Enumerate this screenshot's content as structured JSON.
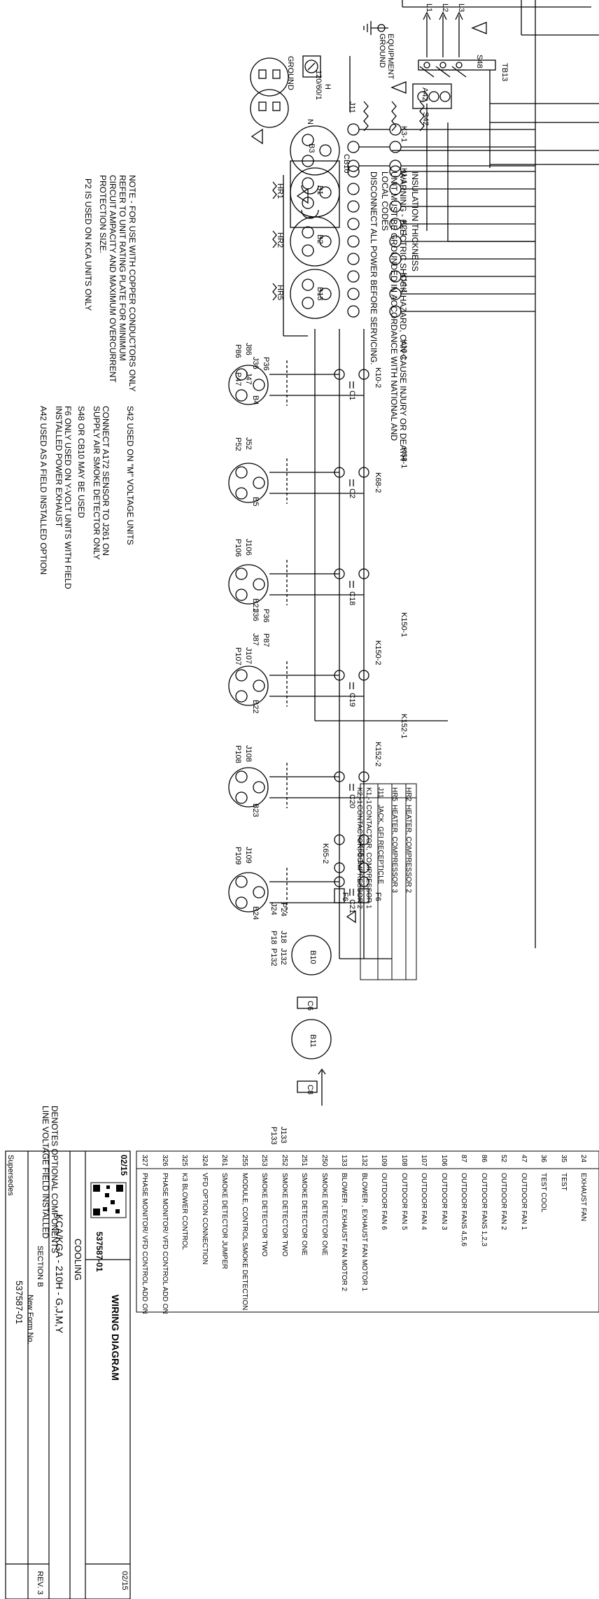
{
  "warning": {
    "top_line": "INSULATION THICKNESS",
    "lines": [
      "WARNING - ELECTRIC SHOCK HAZARD, CAN CAUSE INJURY OR DEATH",
      "UNIT MUST BE GROUNDED IN ACCORDANCE WITH NATIONAL AND",
      "LOCAL CODES",
      "DISCONNECT ALL POWER BEFORE SERVICING."
    ]
  },
  "notes": {
    "note1": [
      "NOTE - FOR USE WITH COPPER CONDUCTORS ONLY",
      "REFER TO UNIT RATING PLATE FOR MINIMUM",
      "CIRCUIT AMPACITY AND MAXIMUM OVERCURRENT",
      "PROTECTION SIZE."
    ],
    "note2": "P2 IS USED ON KCA UNITS ONLY",
    "note3": "S42 USED ON \"M\" VOLTAGE UNITS",
    "note4": [
      "CONNECT A172 SENSOR TO J261 ON",
      "SUPPLY AIR SMOKE DETECTOR ONLY"
    ],
    "note5": "S48 OR CB10 MAY BE USED",
    "note6": [
      "F6 ONLY USED ON Y-VOLT UNITS WITH FIELD",
      "INSTALLED POWER EXHAUST"
    ],
    "note7": "A42 USED AS A FIELD INSTALLED OPTION",
    "legend": [
      "DENOTES OPTIONAL COMPONENTS",
      "LINE VOLTAGE FIELD INSTALLED"
    ]
  },
  "component_table": [
    {
      "code": "HR2",
      "desc": "HEATER, COMPRESSOR 2"
    },
    {
      "code": "HR5",
      "desc": "HEATER, COMPRESSOR 3"
    },
    {
      "code": "J11",
      "desc": "JACK, GFI RECEPTICLE"
    },
    {
      "code": "K1,-1",
      "desc": "CONTACTOR, COMPRESSOR 1"
    },
    {
      "code": "K2,-1",
      "desc": "CONTACTOR, COMPRESSOR 2"
    }
  ],
  "pin_table": [
    {
      "no": "24",
      "desc": "EXHAUST FAN"
    },
    {
      "no": "35",
      "desc": "TEST"
    },
    {
      "no": "36",
      "desc": "TEST COOL"
    },
    {
      "no": "47",
      "desc": "OUTDOOR FAN 1"
    },
    {
      "no": "52",
      "desc": "OUTDOOR FAN 2"
    },
    {
      "no": "86",
      "desc": "OUTDOOR FANS 1,2,3"
    },
    {
      "no": "87",
      "desc": "OUTDOOR FANS 4,5,6"
    },
    {
      "no": "106",
      "desc": "OUTDOOR FAN 3"
    },
    {
      "no": "107",
      "desc": "OUTDOOR FAN 4"
    },
    {
      "no": "108",
      "desc": "OUTDOOR FAN 5"
    },
    {
      "no": "109",
      "desc": "OUTDOOR FAN 6"
    },
    {
      "no": "132",
      "desc": "BLOWER , EXHAUST FAN MOTOR 1"
    },
    {
      "no": "133",
      "desc": "BLOWER , EXHAUST FAN MOTOR 2"
    },
    {
      "no": "250",
      "desc": "SMOKE DETECTOR ONE"
    },
    {
      "no": "251",
      "desc": "SMOKE DETECTOR ONE"
    },
    {
      "no": "252",
      "desc": "SMOKE DETECTOR TWO"
    },
    {
      "no": "253",
      "desc": "SMOKE DETECTOR TWO"
    },
    {
      "no": "255",
      "desc": "MODULE, CONTROL SMOKE DETECTION"
    },
    {
      "no": "261",
      "desc": "SMOKE DETECTOR JUMPER"
    },
    {
      "no": "324",
      "desc": "VFD OPTION CONNECTION"
    },
    {
      "no": "325",
      "desc": "K3 BLOWER CONTROL"
    },
    {
      "no": "326",
      "desc": "PHASE MONITOR/ VFD CONTROL ADD ON"
    },
    {
      "no": "327",
      "desc": "PHASE MONITOR/ VFD CONTROL ADD ON"
    }
  ],
  "title_block": {
    "date1": "02/15",
    "date2": "02/15",
    "title": "WIRING DIAGRAM",
    "doc_no": "537587-01",
    "section_name": "COOLING",
    "model": "KCA/KGA - 210H - G,J,M,Y",
    "section": "SECTION B",
    "rev": "REV. 3",
    "form_label": "New Form No.",
    "form_no": "537587-01",
    "supersedes": "Supersedes"
  },
  "labels": {
    "equipment_ground": [
      "EQUIPMENT",
      "GROUND"
    ],
    "ground": "GROUND",
    "voltage": "120/60/1",
    "h": "H",
    "n": "N",
    "j11": "J11",
    "cb10": "CB10",
    "s48": "S48",
    "tb13": "TB13",
    "a42": "A42",
    "l1": "L1",
    "l2": "L2",
    "l3": "L3",
    "s42": "S42",
    "b3": "B3",
    "k3_1": "K3-1",
    "k1_1": "K1-1",
    "k2_1": "K2-1",
    "k14_1": "K14-1",
    "b1": "B1",
    "b2": "B2",
    "b13": "B13",
    "hr1": "HR1",
    "hr2": "HR2",
    "hr5": "HR5",
    "k10_1": "K10-1",
    "k10_2": "K10-2",
    "k68_1": "K68-1",
    "k68_2": "K68-2",
    "k150_1": "K150-1",
    "k150_2": "K150-2",
    "k152_1": "K152-1",
    "k152_2": "K152-2",
    "k65_1": "K65-1",
    "k65_2": "K65-2",
    "f6a": "F6",
    "f6b": "F6",
    "c1": "C1",
    "c2": "C2",
    "c18": "C18",
    "c19": "C19",
    "c20": "C20",
    "c21": "C21",
    "c6": "C6",
    "c8": "C8",
    "b4": "B4",
    "b5": "B5",
    "b21": "B21",
    "b22": "B22",
    "b23": "B23",
    "b24": "B24",
    "b10": "B10",
    "b11": "B11",
    "j86": "J86",
    "p86": "P86",
    "j47": "J47",
    "p47": "P47",
    "p36a": "P36",
    "j36a": "J36",
    "j52": "J52",
    "p52": "P52",
    "j106": "J106",
    "p106": "P106",
    "p36b": "P36",
    "j36b": "J36",
    "p87": "P87",
    "j87": "J87",
    "j107": "J107",
    "p107": "P107",
    "j108": "J108",
    "p108": "P108",
    "j109": "J109",
    "p109": "P109",
    "p24": "P24",
    "j24": "J24",
    "j18": "J18",
    "p18": "P18",
    "j132": "J132",
    "p132": "P132",
    "j133": "J133",
    "p133": "P133"
  }
}
